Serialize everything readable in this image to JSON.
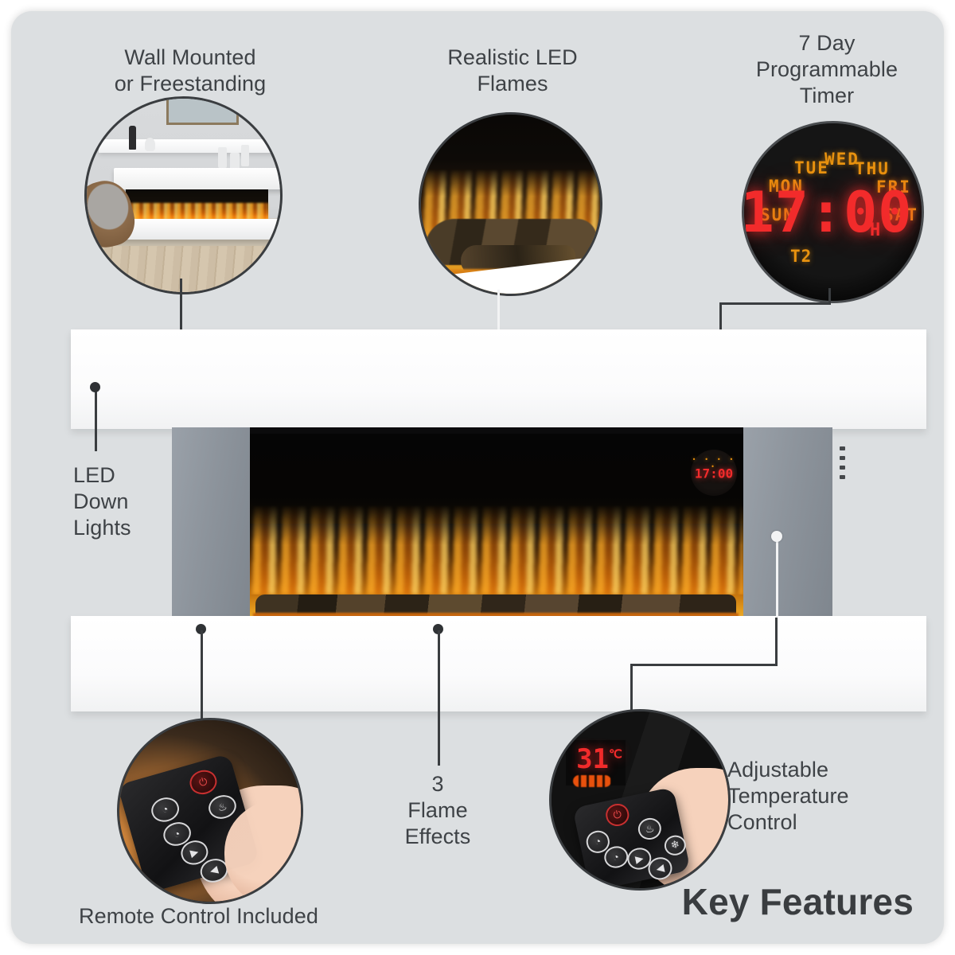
{
  "heading": {
    "key_features": "Key Features"
  },
  "features": [
    {
      "id": "wall-mounted",
      "label": "Wall Mounted\nor Freestanding",
      "icon": "room-scene-photo"
    },
    {
      "id": "realistic-led-flames",
      "label": "Realistic LED\nFlames",
      "icon": "flame-closeup-photo"
    },
    {
      "id": "programmable-timer",
      "label": "7 Day\nProgrammable\nTimer",
      "icon": "timer-display-photo"
    },
    {
      "id": "led-down-lights",
      "label": "LED\nDown\nLights",
      "icon": "downlight-callout"
    },
    {
      "id": "flame-effects",
      "label": "3\nFlame\nEffects",
      "icon": "flame-effects-callout"
    },
    {
      "id": "adjustable-temperature",
      "label": "Adjustable\nTemperature\nControl",
      "icon": "temperature-remote-photo"
    },
    {
      "id": "remote-control",
      "label": "Remote Control Included",
      "icon": "remote-hand-photo"
    }
  ],
  "timer_display": {
    "time": "17:00",
    "unit_suffix": "H",
    "program": "T2",
    "days": [
      "SUN",
      "MON",
      "TUE",
      "WED",
      "THU",
      "FRI",
      "SAT"
    ],
    "digit_color": "#f22b2b",
    "day_color": "#e8920f"
  },
  "fireplace_display": {
    "time": "17:00",
    "days_strip": "• • • • •"
  },
  "temperature_panel": {
    "value": "31",
    "unit": "℃"
  },
  "remote_buttons": {
    "power": "⏻",
    "timer_up": "◔",
    "timer_down": "◔",
    "flame": "♨",
    "up": "▶",
    "down": "◀",
    "heat": "❄"
  },
  "colors": {
    "panel_bg": "#dcdfe1",
    "page_bg": "#ffffff",
    "text": "#3e4246",
    "line": "#3a3d40",
    "shelf": "#ffffff",
    "fireplace_side": "#8d949c",
    "flame": "#e9a528",
    "led_red": "#f22b2b",
    "led_amber": "#e8920f"
  }
}
